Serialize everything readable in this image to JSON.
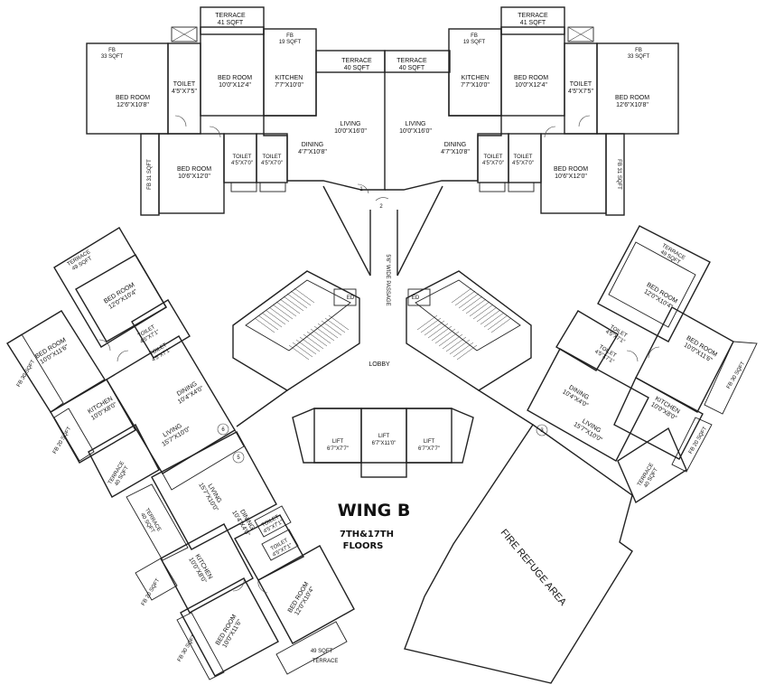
{
  "title": "WING B",
  "floors": "7TH&17TH",
  "floors_suffix": "FLOORS",
  "labels": {
    "terrace_41a": "TERRACE",
    "terrace_41a_size": "41 SQFT",
    "terrace_41b": "TERRACE",
    "terrace_41b_size": "41 SQFT",
    "fb_19a": "FB",
    "fb_19a_size": "19 SQFT",
    "fb_19b": "FB",
    "fb_19b_size": "19 SQFT",
    "fb_33a": "FB",
    "fb_33a_size": "33 SQFT",
    "fb_33b": "FB",
    "fb_33b_size": "33 SQFT",
    "terrace_40a": "TERRACE",
    "terrace_40a_size": "40 SQFT",
    "terrace_40b": "TERRACE",
    "terrace_40b_size": "40 SQFT",
    "bed_nw": "BED ROOM",
    "bed_nw_size": "12'6\"X10'8\"",
    "toilet_nw": "TOILET",
    "toilet_nw_size": "4'5\"X7'5\"",
    "bed_nw2": "BED ROOM",
    "bed_nw2_size": "10'0\"X12'4\"",
    "kitchen_nw": "KITCHEN",
    "kitchen_nw_size": "7'7\"X10'0\"",
    "living_nw": "LIVING",
    "living_nw_size": "10'0\"X16'0\"",
    "dining_nw": "DINING",
    "dining_nw_size": "4'7\"X10'8\"",
    "toilet_nw2": "TOILET",
    "toilet_nw2_size": "4'5\"X7'0\"",
    "toilet_nw3": "TOILET",
    "toilet_nw3_size": "4'5\"X7'0\"",
    "bed_nw3": "BED ROOM",
    "bed_nw3_size": "10'6\"X12'0\"",
    "fb_31a": "FB",
    "fb_31a_size": "31 SQFT",
    "bed_ne": "BED ROOM",
    "bed_ne_size": "12'6\"X10'8\"",
    "toilet_ne": "TOILET",
    "toilet_ne_size": "4'5\"X7'5\"",
    "bed_ne2": "BED ROOM",
    "bed_ne2_size": "10'0\"X12'4\"",
    "kitchen_ne": "KITCHEN",
    "kitchen_ne_size": "7'7\"X10'0\"",
    "living_ne": "LIVING",
    "living_ne_size": "10'0\"X16'0\"",
    "dining_ne": "DINING",
    "dining_ne_size": "4'7\"X10'8\"",
    "toilet_ne2": "TOILET",
    "toilet_ne2_size": "4'5\"X7'0\"",
    "toilet_ne3": "TOILET",
    "toilet_ne3_size": "4'5\"X7'0\"",
    "bed_ne3": "BED ROOM",
    "bed_ne3_size": "10'6\"X12'0\"",
    "fb_31b": "FB",
    "fb_31b_size": "31 SQFT",
    "passage": "5'6\" WIDE PASSAGE",
    "ed_left": "ED",
    "ed_right": "ED",
    "lobby": "LOBBY",
    "lift1": "LIFT",
    "lift1_size": "6'7\"X7'7\"",
    "lift2": "LIFT",
    "lift2_size": "6'7\"X11'0\"",
    "lift3": "LIFT",
    "lift3_size": "6'7\"X7'7\"",
    "terrace_49a": "TERRACE",
    "terrace_49a_size": "49 SQFT",
    "bed_w1": "BED ROOM",
    "bed_w1_size": "12'0\"X10'4\"",
    "bed_w2": "BED ROOM",
    "bed_w2_size": "10'0\"X11'6\"",
    "toilet_w1": "TOILET",
    "toilet_w1_size": "4'5\"X7'1\"",
    "toilet_w2": "TOILET",
    "toilet_w2_size": "4'5\"X7'1\"",
    "fb_30a": "FB",
    "fb_30a_size": "30 SQFT",
    "kitchen_w": "KITCHEN",
    "kitchen_w_size": "10'0\"X8'0\"",
    "dining_w": "DINING",
    "dining_w_size": "10'4\"X4'0\"",
    "living_w": "LIVING",
    "living_w_size": "15'7\"X10'0\"",
    "fb_20a": "FB",
    "fb_20a_size": "20 SQFT",
    "terrace_40c": "TERRACE",
    "terrace_40c_size": "40 SQFT",
    "terrace_49b": "TERRACE",
    "terrace_49b_size": "49 SQFT",
    "bed_e1": "BED ROOM",
    "bed_e1_size": "12'0\"X10'4\"",
    "toilet_e1": "TOILET",
    "toilet_e1_size": "4'5\"X7'1\"",
    "toilet_e2": "TOILET",
    "toilet_e2_size": "4'5\"X7'1\"",
    "bed_e2": "BED ROOM",
    "bed_e2_size": "10'0\"X11'6\"",
    "fb_30b": "FB",
    "fb_30b_size": "30 SQFT",
    "dining_e": "DINING",
    "dining_e_size": "10'4\"X4'0\"",
    "kitchen_e": "KITCHEN",
    "kitchen_e_size": "10'0\"X8'0\"",
    "living_e": "LIVING",
    "living_e_size": "15'7\"X10'0\"",
    "fb_20b": "FB",
    "fb_20b_size": "20 SQFT",
    "terrace_40d": "TERRACE",
    "terrace_40d_size": "40 SQFT",
    "living_sw": "LIVING",
    "living_sw_size": "15'7\"X10'0\"",
    "dining_sw": "DINING",
    "dining_sw_size": "10'4\"X4'0\"",
    "terrace_40e": "TERRACE",
    "terrace_40e_size": "40 SQFT",
    "toilet_sw1": "TOILET",
    "toilet_sw1_size": "4'5\"X7'1\"",
    "toilet_sw2": "TOILET",
    "toilet_sw2_size": "4'5\"X7'1\"",
    "kitchen_sw": "KITCHEN",
    "kitchen_sw_size": "10'0\"X8'0\"",
    "fb_20c": "FB",
    "fb_20c_size": "20 SQFT",
    "bed_sw1": "BED ROOM",
    "bed_sw1_size": "10'0\"X11'6\"",
    "bed_sw2": "BED ROOM",
    "bed_sw2_size": "12'0\"X10'4\"",
    "fb_30c": "FB",
    "fb_30c_size": "30 SQFT",
    "terrace_49c": "TERRACE",
    "terrace_49c_size": "49 SQFT",
    "fire_refuge": "FIRE REFUGE AREA",
    "n1": "1",
    "n2": "2",
    "n3": "3",
    "n5": "5",
    "n6": "6"
  }
}
